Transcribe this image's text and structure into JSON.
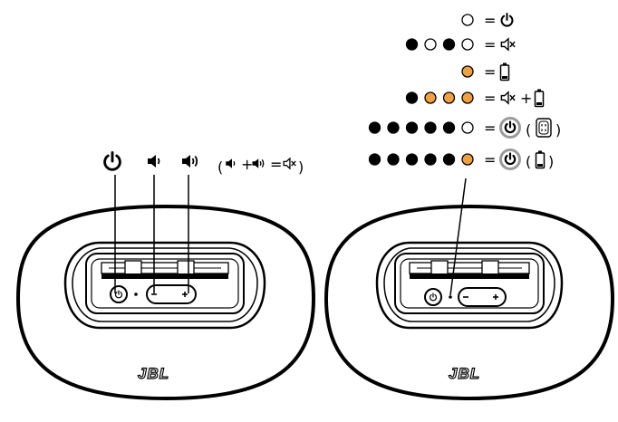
{
  "colors": {
    "led_on": "#000000",
    "led_off": "#ffffff",
    "led_amber": "#f0a040",
    "line": "#000000",
    "ring_gray": "#9a9a9a"
  },
  "brand_logo": "JBL",
  "symbols": {
    "equals": "=",
    "plus": "+",
    "open_paren": "(",
    "close_paren": ")"
  },
  "controls_legend": {
    "items": [
      "power-icon",
      "volume-down-icon",
      "volume-up-icon"
    ],
    "combo": [
      "volume-down-icon",
      "volume-up-icon",
      "mute-icon"
    ]
  },
  "led_legend": [
    {
      "leds": [
        "off"
      ],
      "meaning": [
        "power-icon"
      ]
    },
    {
      "leds": [
        "on",
        "off",
        "on",
        "off"
      ],
      "meaning": [
        "mute-icon"
      ]
    },
    {
      "leds": [
        "amber"
      ],
      "meaning": [
        "battery-low-icon"
      ]
    },
    {
      "leds": [
        "on",
        "amber",
        "amber",
        "amber"
      ],
      "meaning": [
        "mute-icon",
        "battery-low-icon"
      ]
    },
    {
      "leds": [
        "on",
        "on",
        "on",
        "on",
        "on",
        "off"
      ],
      "meaning": [
        "power-button-ring-icon",
        "ac-outlet-icon"
      ]
    },
    {
      "leds": [
        "on",
        "on",
        "on",
        "on",
        "on",
        "amber"
      ],
      "meaning": [
        "power-button-ring-icon",
        "battery-icon"
      ]
    }
  ]
}
